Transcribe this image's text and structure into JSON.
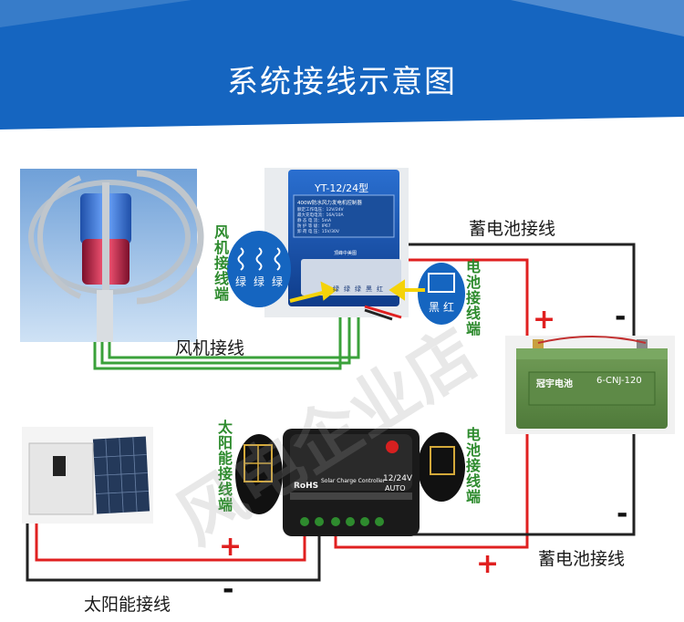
{
  "title": "系统接线示意图",
  "labels": {
    "fan_wiring": "风机接线",
    "battery_wiring_top": "蓄电池接线",
    "battery_wiring_bottom": "蓄电池接线",
    "solar_wiring": "太阳能接线",
    "fan_terminal": "风机接线端",
    "battery_terminal_top": "电池接线端",
    "solar_terminal": "太阳能接线端",
    "battery_terminal_bottom": "电池接线端"
  },
  "wind_controller": {
    "model": "YT-12/24型",
    "subtitle": "400W防水风力发电机控制器",
    "spec_lines": [
      "额定工作电压：12V/24V",
      "最大充电电流：16A/10A",
      "静 态 电 流：5mA",
      "防 护 等 级：IP67",
      "卸 荷 电 压：15V/30V"
    ],
    "terminal_labels": [
      "绿",
      "绿",
      "绿",
      "黑",
      "红"
    ],
    "brand": "顶峰中美图"
  },
  "fan_callout_terminals": [
    "绿",
    "绿",
    "绿"
  ],
  "battery_callout_terminals": [
    "黑",
    "红"
  ],
  "battery": {
    "brand": "冠宇电池",
    "model": "6-CNJ-120"
  },
  "solar_controller": {
    "name": "Solar Charge Controller",
    "rating": "12/24V",
    "mode": "AUTO",
    "brand": "RoHS"
  },
  "signs": {
    "plus": "+",
    "minus": "-"
  },
  "watermark": "风电企业店",
  "colors": {
    "banner": "#1565c0",
    "wire_green": "#3aa13a",
    "wire_red": "#e02020",
    "wire_black": "#222222",
    "label_green": "#2e8b2e"
  }
}
